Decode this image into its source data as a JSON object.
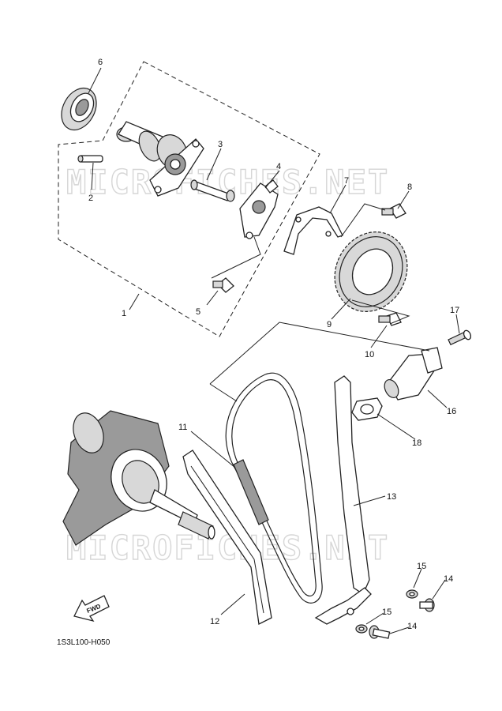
{
  "watermarks": [
    "MICROFICHES.NET",
    "MICROFICHES.NET"
  ],
  "diagram_code": "1S3L100-H050",
  "fwd_label": "FWD",
  "callouts": [
    "6",
    "3",
    "4",
    "2",
    "7",
    "8",
    "5",
    "1",
    "9",
    "17",
    "10",
    "16",
    "18",
    "11",
    "13",
    "12",
    "15",
    "14",
    "15",
    "14"
  ]
}
